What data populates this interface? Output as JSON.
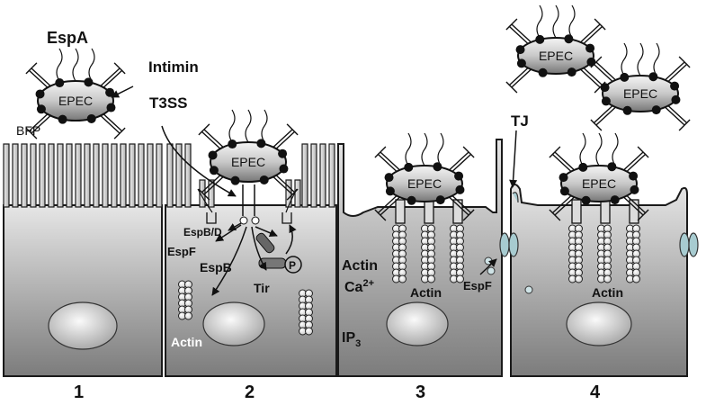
{
  "labels": {
    "espa": "EspA",
    "intimin": "Intimin",
    "epec": "EPEC",
    "bfp": "BFP",
    "t3ss": "T3SS",
    "espbd": "EspB/D",
    "espf": "EspF",
    "espb": "EspB",
    "tir": "Tir",
    "p": "P",
    "actin": "Actin",
    "ca": "Ca",
    "ca_sup": "2+",
    "ip": "IP",
    "ip_sub": "3",
    "tj": "TJ"
  },
  "panels": [
    "1",
    "2",
    "3",
    "4"
  ],
  "colors": {
    "outline": "#1a1a1a",
    "cell_top": "#e4e4e4",
    "cell_bottom": "#7a7a7a",
    "bacterium_light": "#f2f2f2",
    "bacterium_dark": "#777777",
    "tight_junction": "#a7cbd0",
    "actin_bead": "#f4f4f4"
  }
}
